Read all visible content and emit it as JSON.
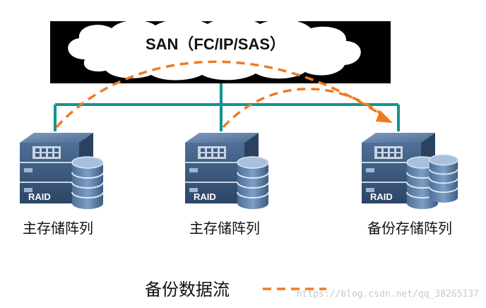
{
  "cloud": {
    "label": "SAN（FC/IP/SAS）"
  },
  "arrays": [
    {
      "label": "主存储阵列",
      "raid": "RAID"
    },
    {
      "label": "主存储阵列",
      "raid": "RAID"
    },
    {
      "label": "备份存储阵列",
      "raid": "RAID"
    }
  ],
  "legend": {
    "label": "备份数据流"
  },
  "watermark": "https://blog.csdn.net/qq_38265137",
  "colors": {
    "background_black": "#000000",
    "link_teal": "#13938f",
    "flow_orange": "#f07a20",
    "server_blue": "#3e5b7e",
    "disk_blue": "#6b8db3"
  }
}
